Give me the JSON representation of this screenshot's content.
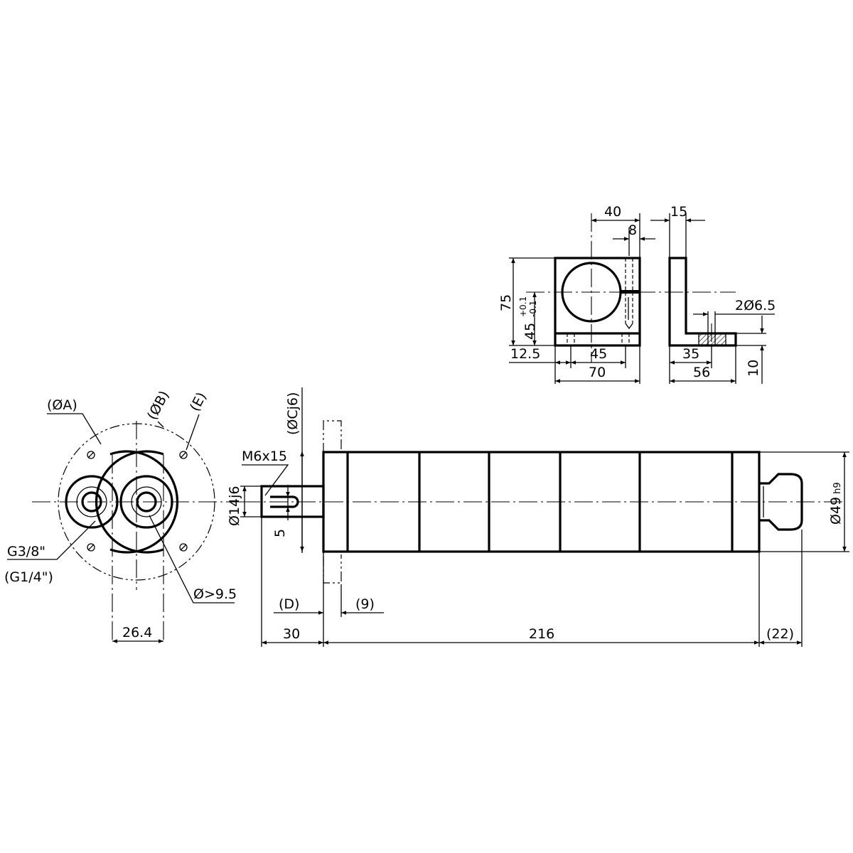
{
  "dimensions": {
    "phi_a": "(ØA)",
    "phi_b": "(ØB)",
    "e": "(E)",
    "g38": "G3/8\"",
    "g14": "(G1/4\")",
    "phi95": "Ø>9.5",
    "d264": "26.4",
    "phi_cj6": "(ØCj6)",
    "m6x15": "M6x15",
    "phi14j6": "Ø14j6",
    "d5": "5",
    "d_paren": "(D)",
    "d9": "(9)",
    "d30": "30",
    "d216": "216",
    "d22": "(22)",
    "phi49": "Ø49",
    "h9": "h9",
    "d40": "40",
    "d8": "8",
    "d15": "15",
    "d75": "75",
    "d45_main": "45",
    "tol_plus": "+0.1",
    "tol_minus": "-0.1",
    "d2phi65": "2Ø6.5",
    "d125": "12.5",
    "d45_bottom": "45",
    "d70": "70",
    "d35": "35",
    "d56": "56",
    "d10": "10"
  }
}
